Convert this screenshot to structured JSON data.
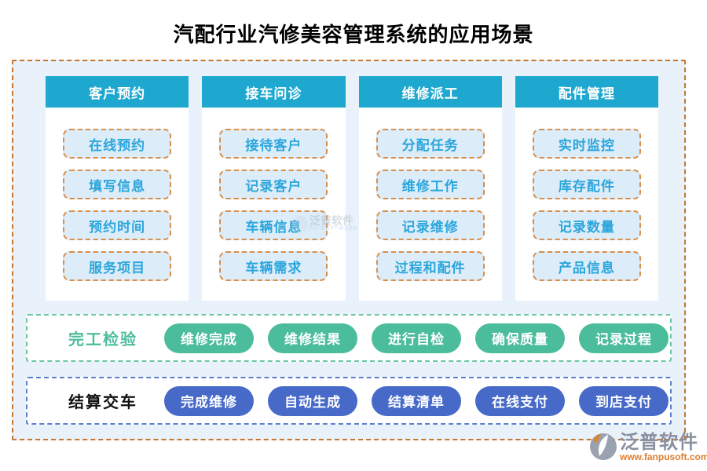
{
  "title": "汽配行业汽修美容管理系统的应用场景",
  "colors": {
    "teal": "#1FA8CF",
    "item-bg": "#DCECF8",
    "item-text": "#2BA6DC",
    "item-border": "#D98E4A",
    "outer-bg": "#E9F2FB",
    "outer-border": "#C8752C",
    "green": "#4CBD9C",
    "green-border": "#6BC7A5",
    "blue": "#4769C8",
    "blue-border": "#5B7FD0",
    "logo-gray": "#8A90A0",
    "logo-orange": "#DF7F2E"
  },
  "columns": [
    {
      "header": "客户预约",
      "items": [
        "在线预约",
        "填写信息",
        "预约时间",
        "服务项目"
      ]
    },
    {
      "header": "接车问诊",
      "items": [
        "接待客户",
        "记录客户",
        "车辆信息",
        "车辆需求"
      ]
    },
    {
      "header": "维修派工",
      "items": [
        "分配任务",
        "维修工作",
        "记录维修",
        "过程和配件"
      ]
    },
    {
      "header": "配件管理",
      "items": [
        "实时监控",
        "库存配件",
        "记录数量",
        "产品信息"
      ]
    }
  ],
  "inspection_row": {
    "label": "完工检验",
    "pills": [
      "维修完成",
      "维修结果",
      "进行自检",
      "确保质量",
      "记录过程"
    ]
  },
  "settlement_row": {
    "label": "结算交车",
    "pills": [
      "完成维修",
      "自动生成",
      "结算清单",
      "在线支付",
      "到店支付"
    ]
  },
  "watermark": {
    "text": "泛普软件",
    "subtext": "FU SOFTWARE"
  },
  "logo": {
    "name": "泛普软件",
    "url": "www.fanpusoft.com"
  }
}
